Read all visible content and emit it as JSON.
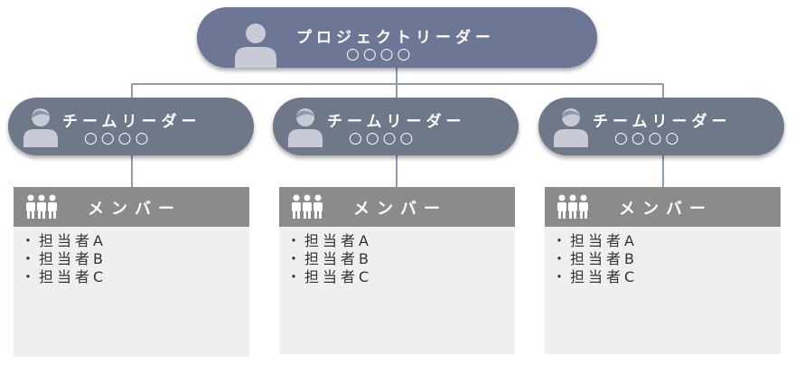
{
  "leader": {
    "title": "プロジェクトリーダー",
    "placeholder": "○○○○"
  },
  "teams": [
    {
      "leader_title": "チームリーダー",
      "placeholder": "○○○○",
      "member_header": "メンバー",
      "members": [
        "担当者A",
        "担当者B",
        "担当者C"
      ]
    },
    {
      "leader_title": "チームリーダー",
      "placeholder": "○○○○",
      "member_header": "メンバー",
      "members": [
        "担当者A",
        "担当者B",
        "担当者C"
      ]
    },
    {
      "leader_title": "チームリーダー",
      "placeholder": "○○○○",
      "member_header": "メンバー",
      "members": [
        "担当者A",
        "担当者B",
        "担当者C"
      ]
    }
  ],
  "bullet": "・",
  "colors": {
    "leader_fill": "#6c7795",
    "team_fill": "#6f7889",
    "member_header": "#8b8b8b",
    "member_body": "#efefef",
    "connector": "#8e9bb5",
    "icon": "#c8cbd6"
  },
  "icons": {
    "leader": "person-icon",
    "team": "person-icon",
    "members": "group-icon"
  }
}
